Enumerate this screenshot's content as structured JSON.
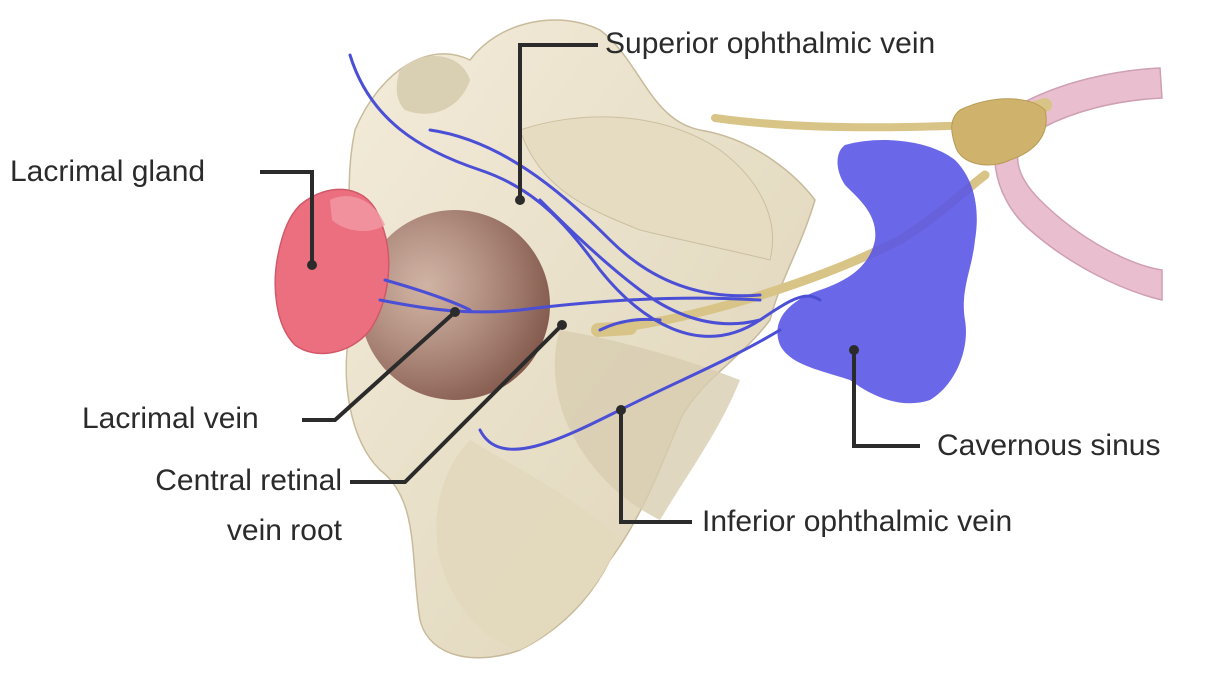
{
  "labels": {
    "lacrimal_gland": "Lacrimal gland",
    "superior_ophthalmic_vein": "Superior ophthalmic vein",
    "lacrimal_vein": "Lacrimal vein",
    "central_retinal_line1": "Central retinal",
    "central_retinal_line2": "vein root",
    "inferior_ophthalmic_vein": "Inferior ophthalmic vein",
    "cavernous_sinus": "Cavernous sinus"
  },
  "colors": {
    "bone": "#ece4cf",
    "bone_shadow": "#d4c9ad",
    "vein": "#4b4fd6",
    "sinus": "#5a57e6",
    "gland": "#ec6f7f",
    "eyeball": "#8d5a4f",
    "nerve": "#d9c487",
    "artery": "#e9bfcf",
    "leader": "#2b2b2b"
  }
}
